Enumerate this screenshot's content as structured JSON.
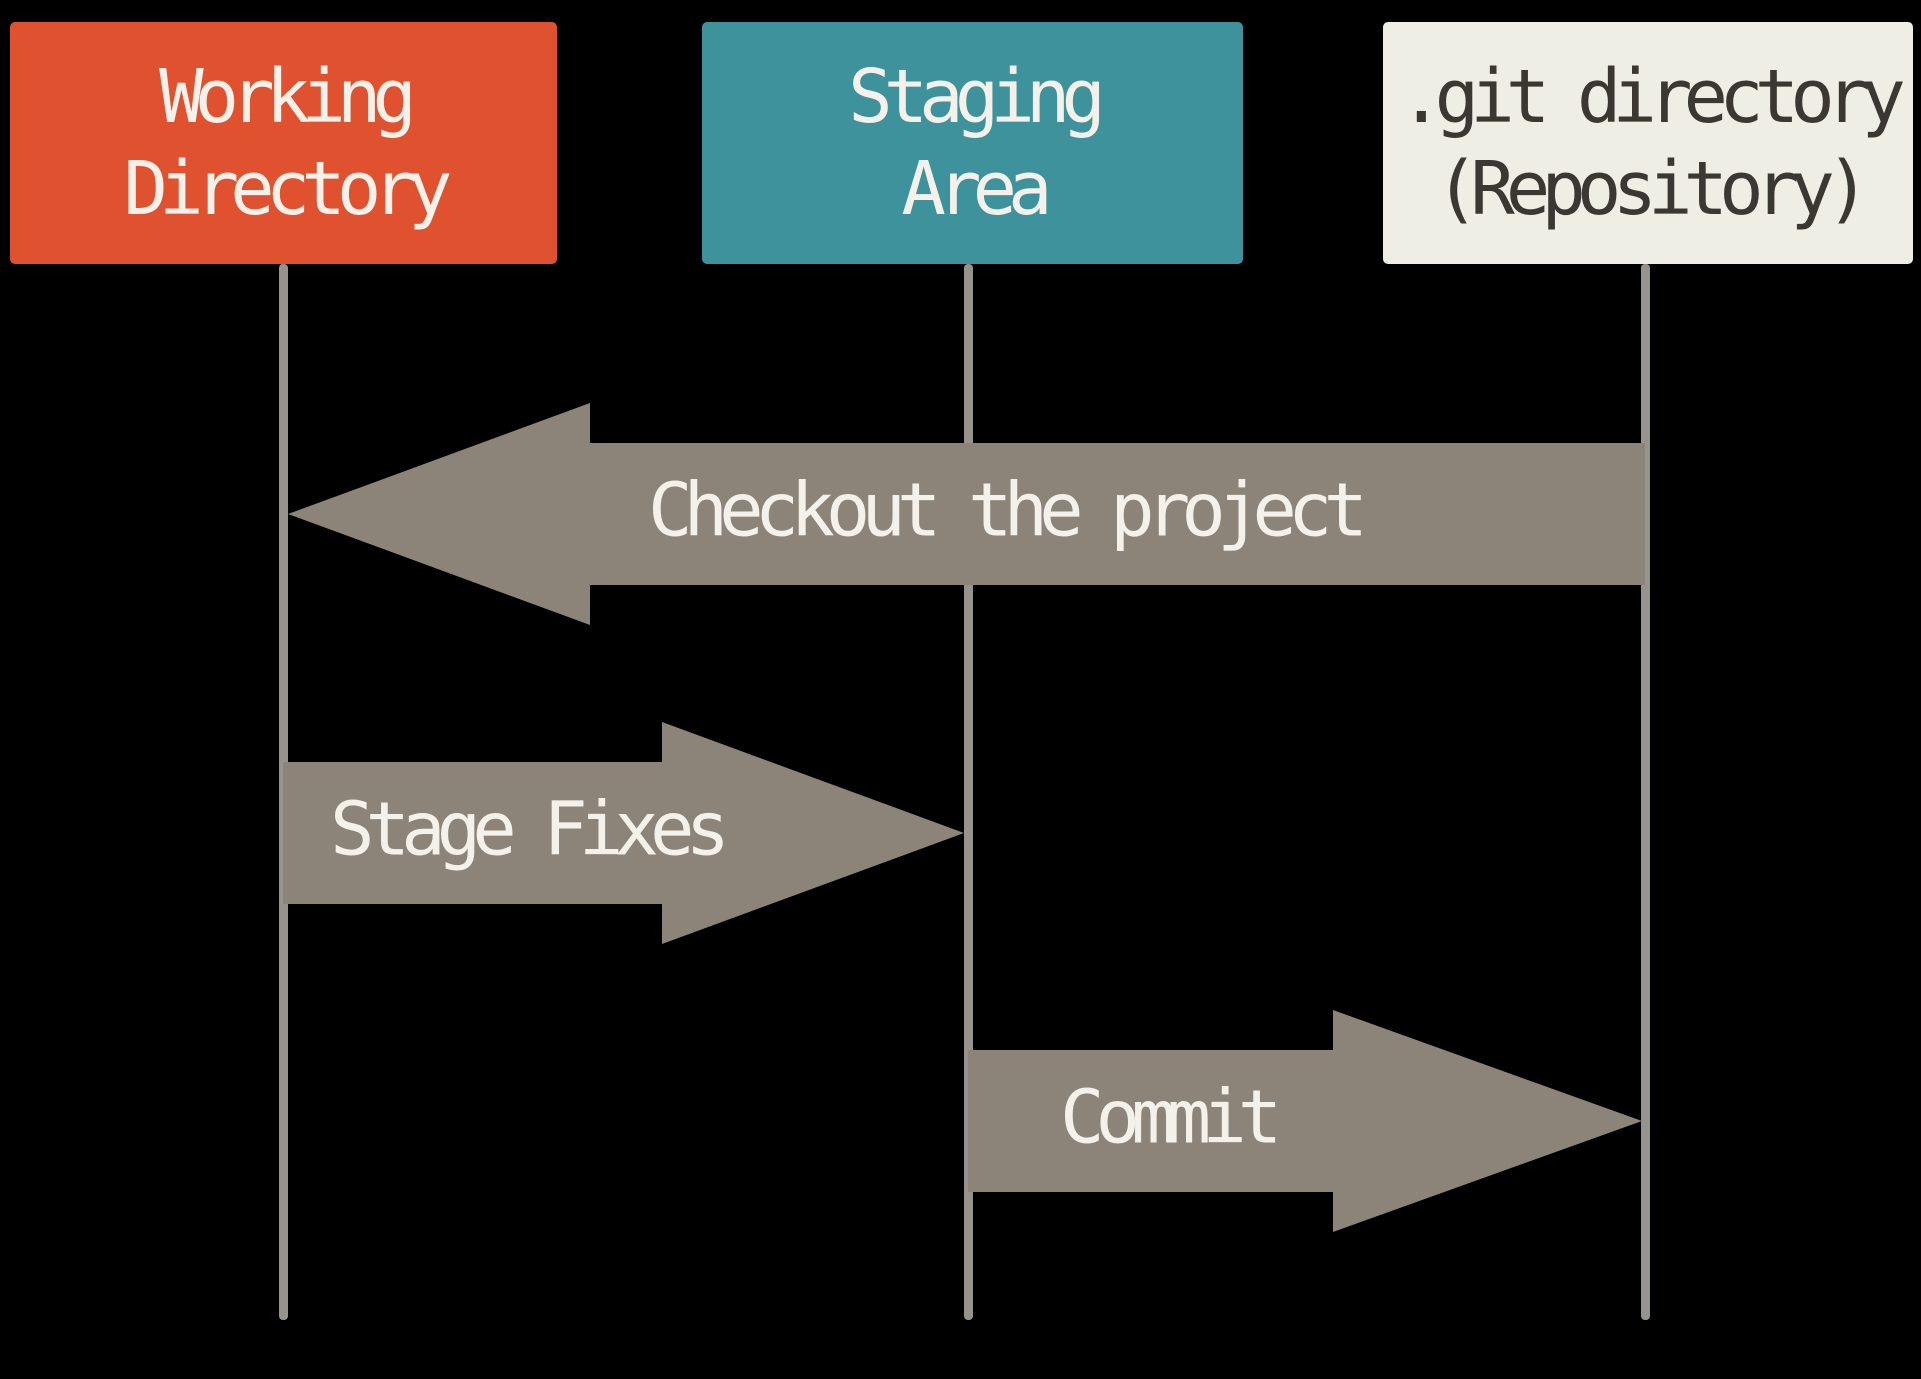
{
  "diagram": {
    "columns": [
      {
        "id": "working-directory",
        "label_line1": "Working",
        "label_line2": "Directory",
        "fill_color": "#E0512F",
        "text_color": "#F3F1EA"
      },
      {
        "id": "staging-area",
        "label_line1": "Staging",
        "label_line2": "Area",
        "fill_color": "#3E929B",
        "text_color": "#F3F1EA"
      },
      {
        "id": "git-directory",
        "label_line1": ".git directory",
        "label_line2": "(Repository)",
        "fill_color": "#EFEEE5",
        "text_color": "#3B3732"
      }
    ],
    "arrows": [
      {
        "id": "checkout",
        "label": "Checkout the project",
        "direction": "left",
        "from": "git-directory",
        "to": "working-directory"
      },
      {
        "id": "stage-fixes",
        "label": "Stage Fixes",
        "direction": "right",
        "from": "working-directory",
        "to": "staging-area"
      },
      {
        "id": "commit",
        "label": "Commit",
        "direction": "right",
        "from": "staging-area",
        "to": "git-directory"
      }
    ],
    "colors": {
      "background": "#000000",
      "arrow": "#8C8478",
      "lifeline": "#96938C",
      "working_box": "#E0512F",
      "staging_box": "#3E929B",
      "gitdir_box": "#EFEEE5",
      "light_text": "#F3F1EA",
      "dark_text": "#3B3732"
    }
  }
}
